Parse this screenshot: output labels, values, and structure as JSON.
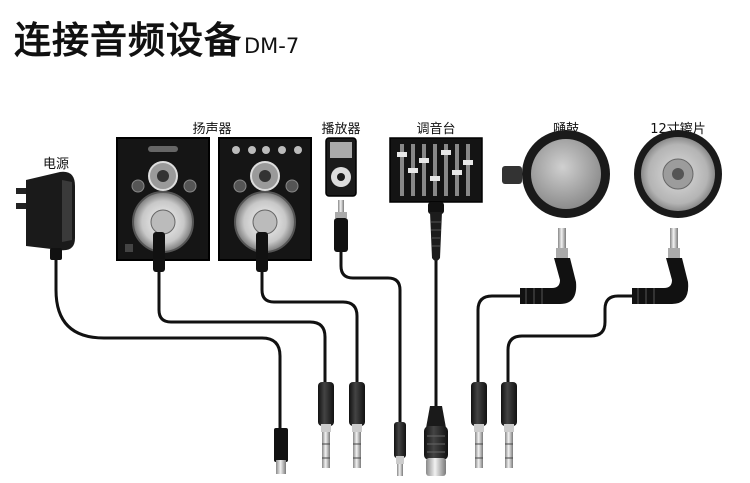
{
  "title": {
    "main": "连接音频设备",
    "model": "DM-7"
  },
  "devices": {
    "power": "电源",
    "speakers": "扬声器",
    "player": "播放器",
    "mixer": "调音台",
    "drum": "嗵鼓",
    "cymbal": "12寸镲片"
  }
}
